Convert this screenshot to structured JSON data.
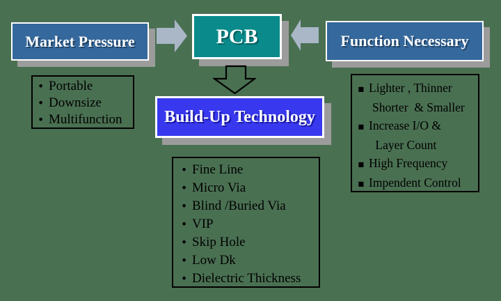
{
  "colors": {
    "background": "#4A7052",
    "steel_blue_box": "#35689C",
    "teal_box": "#0A8A8A",
    "royal_blue_box": "#3838EF",
    "box_shadow": "#9C9C9C",
    "arrow_fill": "#A9B7C7"
  },
  "nodes": {
    "market_pressure": {
      "label": "Market Pressure"
    },
    "pcb": {
      "label": "PCB"
    },
    "function_necessary": {
      "label": "Function Necessary"
    },
    "build_up": {
      "label": "Build-Up Technology"
    }
  },
  "lists": {
    "market_drivers": {
      "bullet": "•",
      "items": [
        "Portable",
        "Downsize",
        "Multifunction"
      ]
    },
    "function_requirements": {
      "bullet": "▪",
      "items": [
        [
          "Lighter , Thinner",
          "Shorter  & Smaller"
        ],
        [
          "Increase I/O &",
          " Layer Count"
        ],
        [
          "High Frequency"
        ],
        [
          "Impendent Control"
        ]
      ]
    },
    "build_up_features": {
      "bullet": "•",
      "items": [
        "Fine Line",
        "Micro Via",
        "Blind /Buried Via",
        "VIP",
        "Skip Hole",
        "Low Dk",
        "Dielectric Thickness"
      ]
    }
  }
}
